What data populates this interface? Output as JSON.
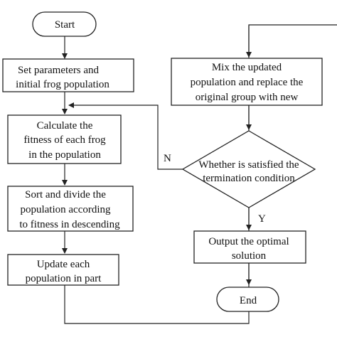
{
  "flowchart": {
    "start": "Start",
    "set_params": [
      "Set parameters and",
      "initial frog population"
    ],
    "calc_fitness": [
      "Calculate the",
      "fitness of each frog",
      "in the population"
    ],
    "sort_divide": [
      "Sort and divide the",
      "population according",
      "to fitness in descending"
    ],
    "update": [
      "Update each",
      "population in part"
    ],
    "mix": [
      "Mix the updated",
      "population and replace the",
      "original group with new"
    ],
    "decision": [
      "Whether  is satisfied the",
      "termination condition"
    ],
    "output": [
      "Output the optimal",
      "solution"
    ],
    "end": "End",
    "label_no": "N",
    "label_yes": "Y"
  }
}
